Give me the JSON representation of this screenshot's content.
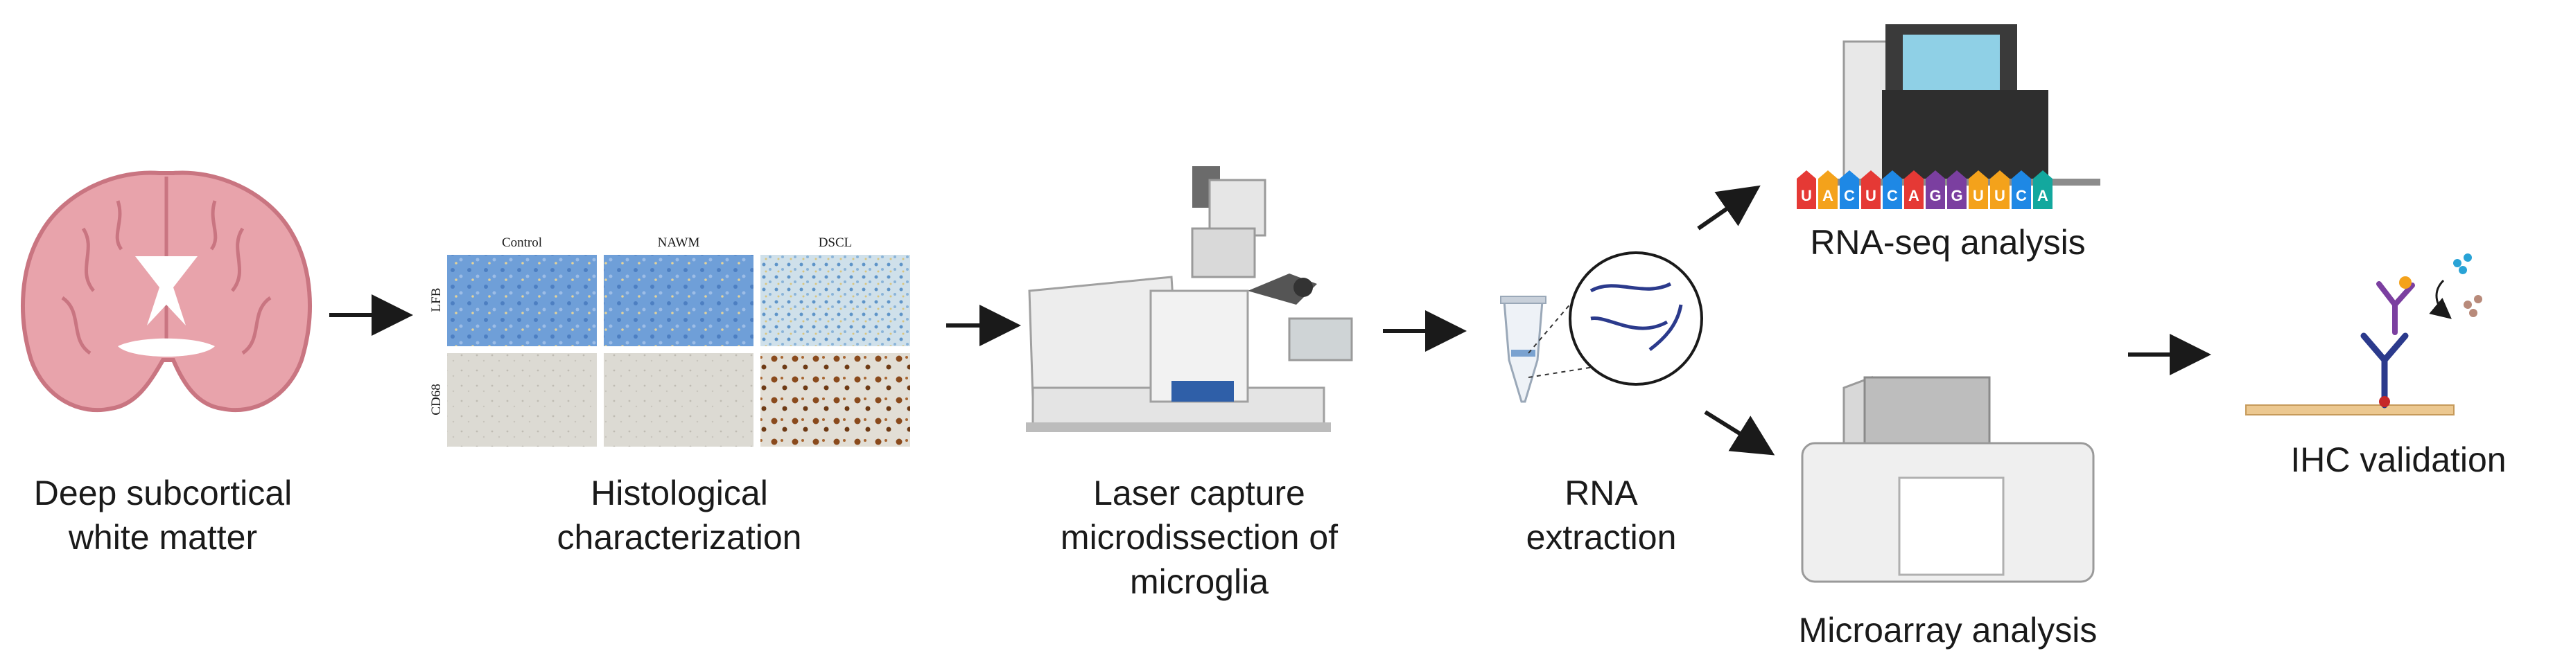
{
  "steps": {
    "brain": {
      "line1": "Deep subcortical",
      "line2": "white matter"
    },
    "histology": {
      "line1": "Histological",
      "line2": "characterization",
      "columns": [
        "Control",
        "NAWM",
        "DSCL"
      ],
      "rows": [
        "LFB",
        "CD68"
      ]
    },
    "lcm": {
      "line1": "Laser capture",
      "line2": "microdissection of",
      "line3": "microglia"
    },
    "rna": {
      "line1": "RNA",
      "line2": "extraction"
    },
    "rnaseq": {
      "label": "RNA-seq analysis",
      "bases": [
        "U",
        "A",
        "C",
        "U",
        "C",
        "A",
        "G",
        "G",
        "U",
        "U",
        "C",
        "A"
      ]
    },
    "microarray": {
      "label": "Microarray analysis"
    },
    "ihc": {
      "label": "IHC validation"
    }
  },
  "colors": {
    "brain_fill": "#e8a3ab",
    "brain_stroke": "#c97581",
    "lfb_blue": "#6f9fd8",
    "cd68_gray": "#d8d6d0",
    "cd68_brown": "#8a4a1c",
    "arrow": "#1a1a1a",
    "base_colors": [
      "#e53935",
      "#f4a21b",
      "#1e88e5",
      "#e53935",
      "#1e88e5",
      "#e53935",
      "#7b3fa0",
      "#7b3fa0",
      "#f4a21b",
      "#f4a21b",
      "#1e88e5",
      "#13a89e"
    ]
  },
  "icons": [
    "brain-icon",
    "microscope-icon",
    "tube-icon",
    "rna-strand-icon",
    "sequencer-icon",
    "microarray-scanner-icon",
    "antibody-icon"
  ]
}
